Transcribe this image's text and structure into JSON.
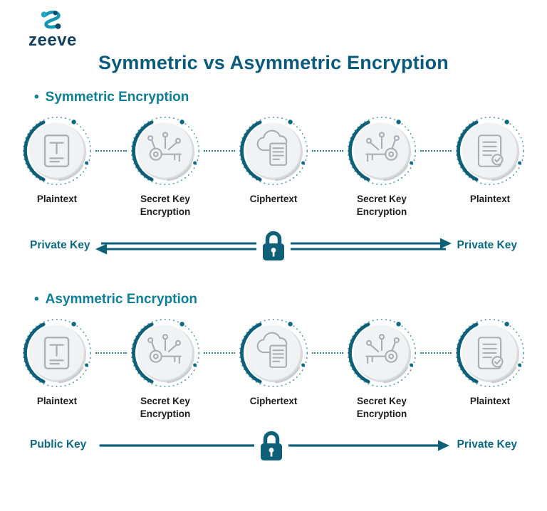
{
  "brand": {
    "name": "zeeve"
  },
  "title": "Symmetric vs Asymmetric Encryption",
  "colors": {
    "title_teal": "#0A5A7C",
    "heading_teal": "#0F7E96",
    "arrow_teal": "#0E5F78",
    "key_label_teal": "#0E6A84",
    "brand_navy": "#143F5F",
    "icon_gray": "#A9AEB4"
  },
  "sections": [
    {
      "bullet": "•",
      "heading": "Symmetric Encryption",
      "nodes": [
        {
          "label": "Plaintext",
          "icon": "document-text-icon"
        },
        {
          "label": "Secret Key Encryption",
          "icon": "secret-key-icon"
        },
        {
          "label": "Ciphertext",
          "icon": "ciphertext-cloud-icon"
        },
        {
          "label": "Secret Key Encryption",
          "icon": "secret-key-icon"
        },
        {
          "label": "Plaintext",
          "icon": "document-check-icon"
        }
      ],
      "key_flow": {
        "left_label": "Private Key",
        "right_label": "Private Key",
        "direction": "bidirectional",
        "icon": "padlock-icon"
      }
    },
    {
      "bullet": "•",
      "heading": "Asymmetric Encryption",
      "nodes": [
        {
          "label": "Plaintext",
          "icon": "document-text-icon"
        },
        {
          "label": "Secret Key Encryption",
          "icon": "secret-key-icon"
        },
        {
          "label": "Ciphertext",
          "icon": "ciphertext-cloud-icon"
        },
        {
          "label": "Secret Key Encryption",
          "icon": "secret-key-icon"
        },
        {
          "label": "Plaintext",
          "icon": "document-check-icon"
        }
      ],
      "key_flow": {
        "left_label": "Public Key",
        "right_label": "Private Key",
        "direction": "left-to-right",
        "icon": "padlock-icon"
      }
    }
  ]
}
